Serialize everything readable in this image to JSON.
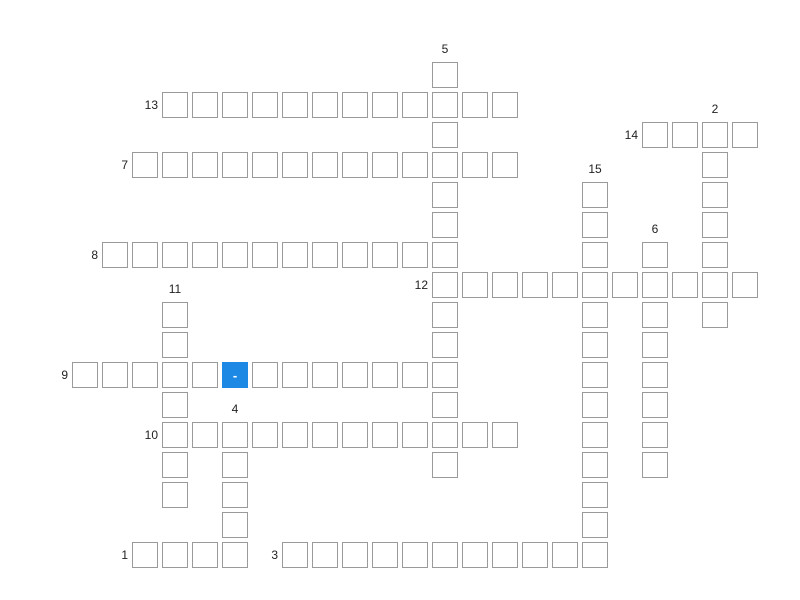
{
  "puzzle": {
    "active_cell_letter": "-",
    "colors": {
      "cell_border": "#9a9a9a",
      "active_cell": "#1e88e5"
    },
    "across": [
      {
        "number": "13",
        "row": 1,
        "col": 5,
        "length": 12
      },
      {
        "number": "14",
        "row": 2,
        "col": 21,
        "length": 4
      },
      {
        "number": "7",
        "row": 3,
        "col": 4,
        "length": 13
      },
      {
        "number": "8",
        "row": 6,
        "col": 3,
        "length": 12
      },
      {
        "number": "12",
        "row": 7,
        "col": 14,
        "length": 11
      },
      {
        "number": "9",
        "row": 10,
        "col": 2,
        "length": 13
      },
      {
        "number": "10",
        "row": 12,
        "col": 5,
        "length": 12
      },
      {
        "number": "1",
        "row": 16,
        "col": 4,
        "length": 4
      },
      {
        "number": "3",
        "row": 16,
        "col": 9,
        "length": 11
      }
    ],
    "down": [
      {
        "number": "5",
        "row": 0,
        "col": 14,
        "length": 14
      },
      {
        "number": "2",
        "row": 2,
        "col": 23,
        "length": 7
      },
      {
        "number": "15",
        "row": 4,
        "col": 19,
        "length": 13
      },
      {
        "number": "6",
        "row": 6,
        "col": 21,
        "length": 8
      },
      {
        "number": "11",
        "row": 8,
        "col": 5,
        "length": 7
      },
      {
        "number": "4",
        "row": 12,
        "col": 7,
        "length": 5
      }
    ],
    "active_cell": {
      "row": 10,
      "col": 7
    }
  }
}
